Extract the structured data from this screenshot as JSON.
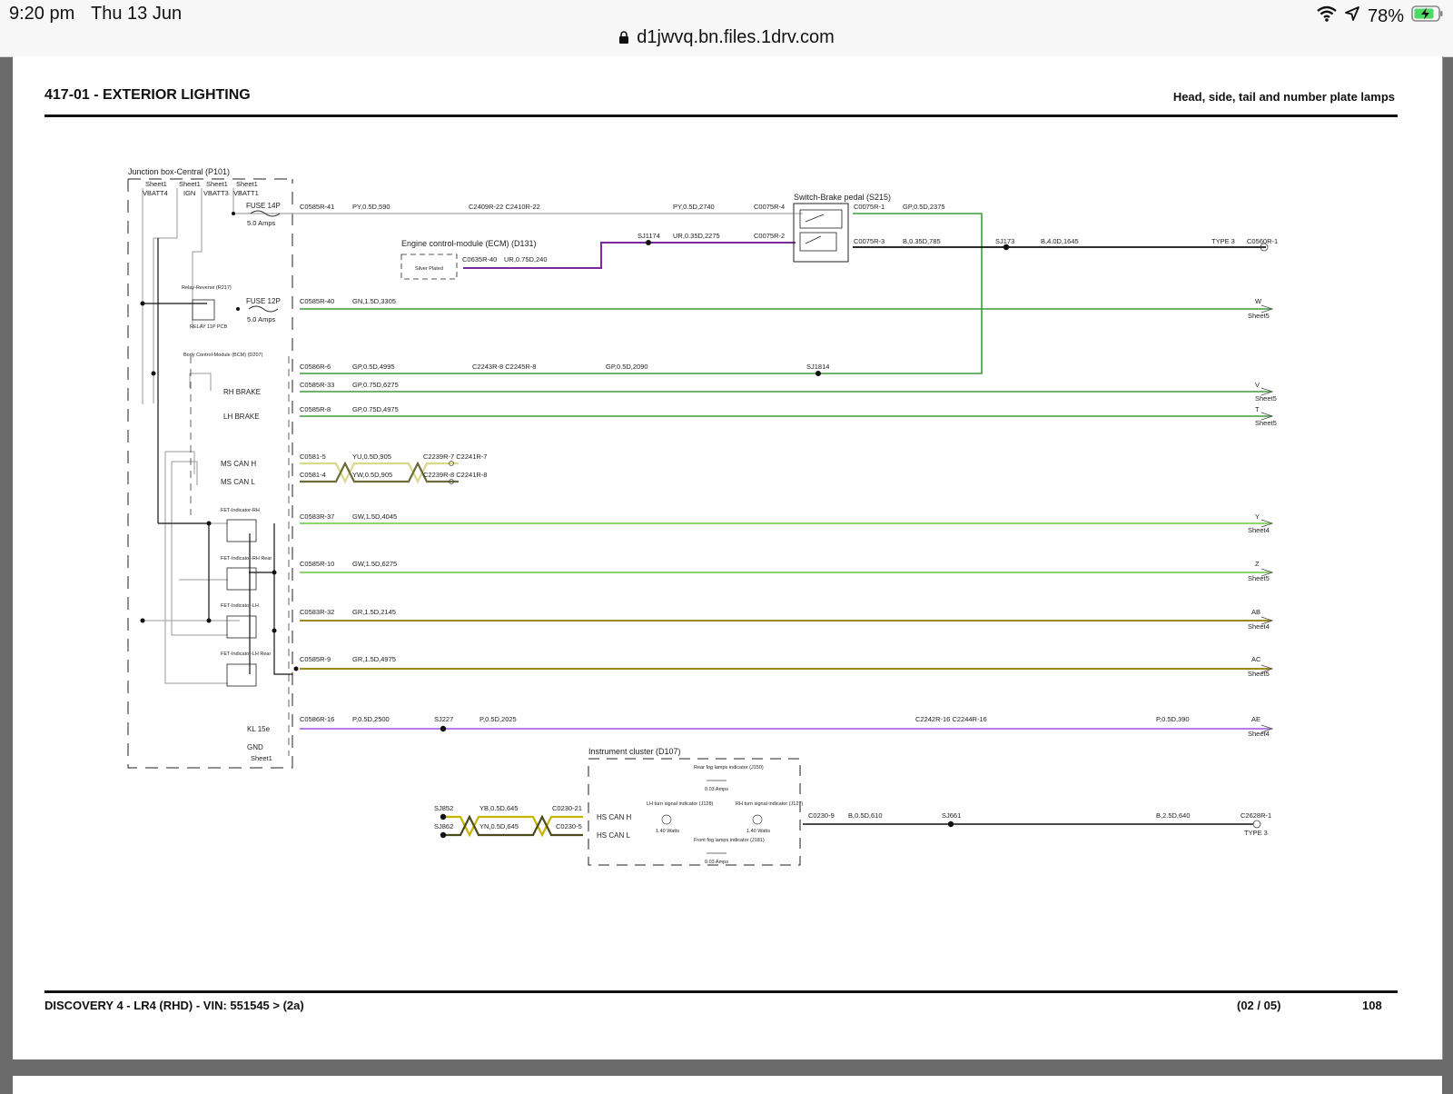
{
  "status_bar": {
    "time": "9:20 pm",
    "date": "Thu 13 Jun",
    "url": "d1jwvq.bn.files.1drv.com",
    "battery": "78%"
  },
  "document": {
    "title": "417-01 - EXTERIOR LIGHTING",
    "subtitle": "Head, side, tail and number plate lamps",
    "footer_left": "DISCOVERY 4 - LR4  (RHD) - VIN: 551545 >  (2a)",
    "footer_page": "(02 / 05)",
    "footer_number": "108"
  },
  "diagram": {
    "junction_box": {
      "title": "Junction box-Central (P101)",
      "supplies": [
        "Sheet1",
        "VBATT4",
        "Sheet1",
        "IGN",
        "Sheet1",
        "VBATT3",
        "Sheet1",
        "VBATT1"
      ],
      "fuse_14p": "FUSE 14P",
      "fuse_14p_amps": "5.0 Amps",
      "fuse_12p": "FUSE 12P",
      "fuse_12p_amps": "5.0 Amps",
      "relay": "Relay-Reverse (R217)",
      "relay_note": "RELAY 11P PCB",
      "bcm": "Body Control-Module (BCM) (D207)",
      "rh_brake": "RH BRAKE",
      "lh_brake": "LH BRAKE",
      "ms_can_h": "MS CAN H",
      "ms_can_l": "MS CAN L",
      "fet_rh": "FET-Indicator-RH",
      "fet_rh_rear": "FET-Indicator-RH Rear",
      "fet_lh": "FET-Indicator-LH",
      "fet_lh_rear": "FET-Indicator-LH Rear",
      "kl15e": "KL 15e",
      "gnd": "GND",
      "gnd_sheet": "Sheet1"
    },
    "ecm": {
      "title": "Engine control-module (ECM) (D131)",
      "note": "Silver Plated"
    },
    "brake_switch": {
      "title": "Switch-Brake pedal (S215)"
    },
    "instrument_cluster": {
      "title": "Instrument cluster (D107)",
      "hs_can_h": "HS CAN H",
      "hs_can_l": "HS CAN L",
      "rear_fog": "Rear fog lamps indicator (J150)",
      "rear_fog_rating": "0.03 Amps",
      "lh_turn": "LH turn signal indicator (J128)",
      "lh_turn_rating": "1.40 Watts",
      "rh_turn": "RH turn signal indicator (J127)",
      "rh_turn_rating": "1.40 Watts",
      "front_fog": "Front fog lamps indicator (J181)",
      "front_fog_rating": "0.03 Amps"
    },
    "labels": {
      "c0585r41": "C0585R-41",
      "w1": "PY,0.5D,590",
      "c2409": "C2409R-22 C2410R-22",
      "w2": "PY,0.5D,2740",
      "c0075r4": "C0075R-4",
      "c0075r1": "C0075R-1",
      "w3": "GP,0.5D,2375",
      "sj1174": "SJ1174",
      "w4": "UR,0.35D,2275",
      "c0075r2": "C0075R-2",
      "c0075r3": "C0075R-3",
      "w5": "B,0.35D,785",
      "sj173": "SJ173",
      "w6": "B,4.0D,1645",
      "type3a": "TYPE 3",
      "c0560r1": "C0560R-1",
      "c0635r40": "C0635R-40",
      "w7": "UR,0.75D,240",
      "c0585r40": "C0585R-40",
      "w8": "GN,1.5D,3305",
      "dest_w": "W",
      "sheet5a": "Sheet5",
      "c0586r6": "C0586R-6",
      "w9": "GP,0.5D,4995",
      "c2243": "C2243R-8 C2245R-8",
      "w10": "GP,0.5D,2090",
      "sj1814": "SJ1814",
      "c0585r33": "C0585R-33",
      "w11": "GP,0.75D,6275",
      "dest_v": "V",
      "sheet5b": "Sheet5",
      "c0585r8": "C0585R-8",
      "w12": "GP,0.75D,4975",
      "dest_t": "T",
      "sheet5c": "Sheet5",
      "c0581_5": "C0581-5",
      "w13": "YU,0.5D,905",
      "c2239r7": "C2239R-7 C2241R-7",
      "c0581_4": "C0581-4",
      "w14": "YW,0.5D,905",
      "c2239r8": "C2239R-8 C2241R-8",
      "c0583r37": "C0583R-37",
      "w15": "GW,1.5D,4045",
      "dest_y": "Y",
      "sheet4a": "Sheet4",
      "c0585r10": "C0585R-10",
      "w16": "GW,1.5D,6275",
      "dest_z": "Z",
      "sheet5d": "Sheet5",
      "c0583r32": "C0583R-32",
      "w17": "GR,1.5D,2145",
      "dest_ab": "AB",
      "sheet4b": "Sheet4",
      "c0585r9": "C0585R-9",
      "w18": "GR,1.5D,4975",
      "dest_ac": "AC",
      "sheet5e": "Sheet5",
      "c0586r16": "C0586R-16",
      "w19": "P,0.5D,2500",
      "sj227": "SJ227",
      "w20": "P,0.5D,2025",
      "c2242r16": "C2242R-16 C2244R-16",
      "w21": "P,0.5D,390",
      "dest_ae": "AE",
      "sheet4c": "Sheet4",
      "sj852": "SJ852",
      "w22": "YB,0.5D,645",
      "c0230_21": "C0230-21",
      "sj862": "SJ862",
      "w23": "YN,0.5D,645",
      "c0230_5": "C0230-5",
      "c0230_9": "C0230-9",
      "w24": "B,0.5D,610",
      "sj661": "SJ661",
      "w25": "B,2.5D,640",
      "c2628r1": "C2628R-1",
      "type3b": "TYPE 3"
    },
    "colors": {
      "grey_wire": "#b5b5b5",
      "green_wire": "#3f9a3f",
      "light_green_wire": "#8fd46e",
      "olive_wire": "#9a8a1e",
      "purple_wire": "#7a2a9a",
      "lilac_wire": "#b37de6",
      "black_wire": "#111111",
      "yellow_wire": "#d9d98a"
    }
  }
}
